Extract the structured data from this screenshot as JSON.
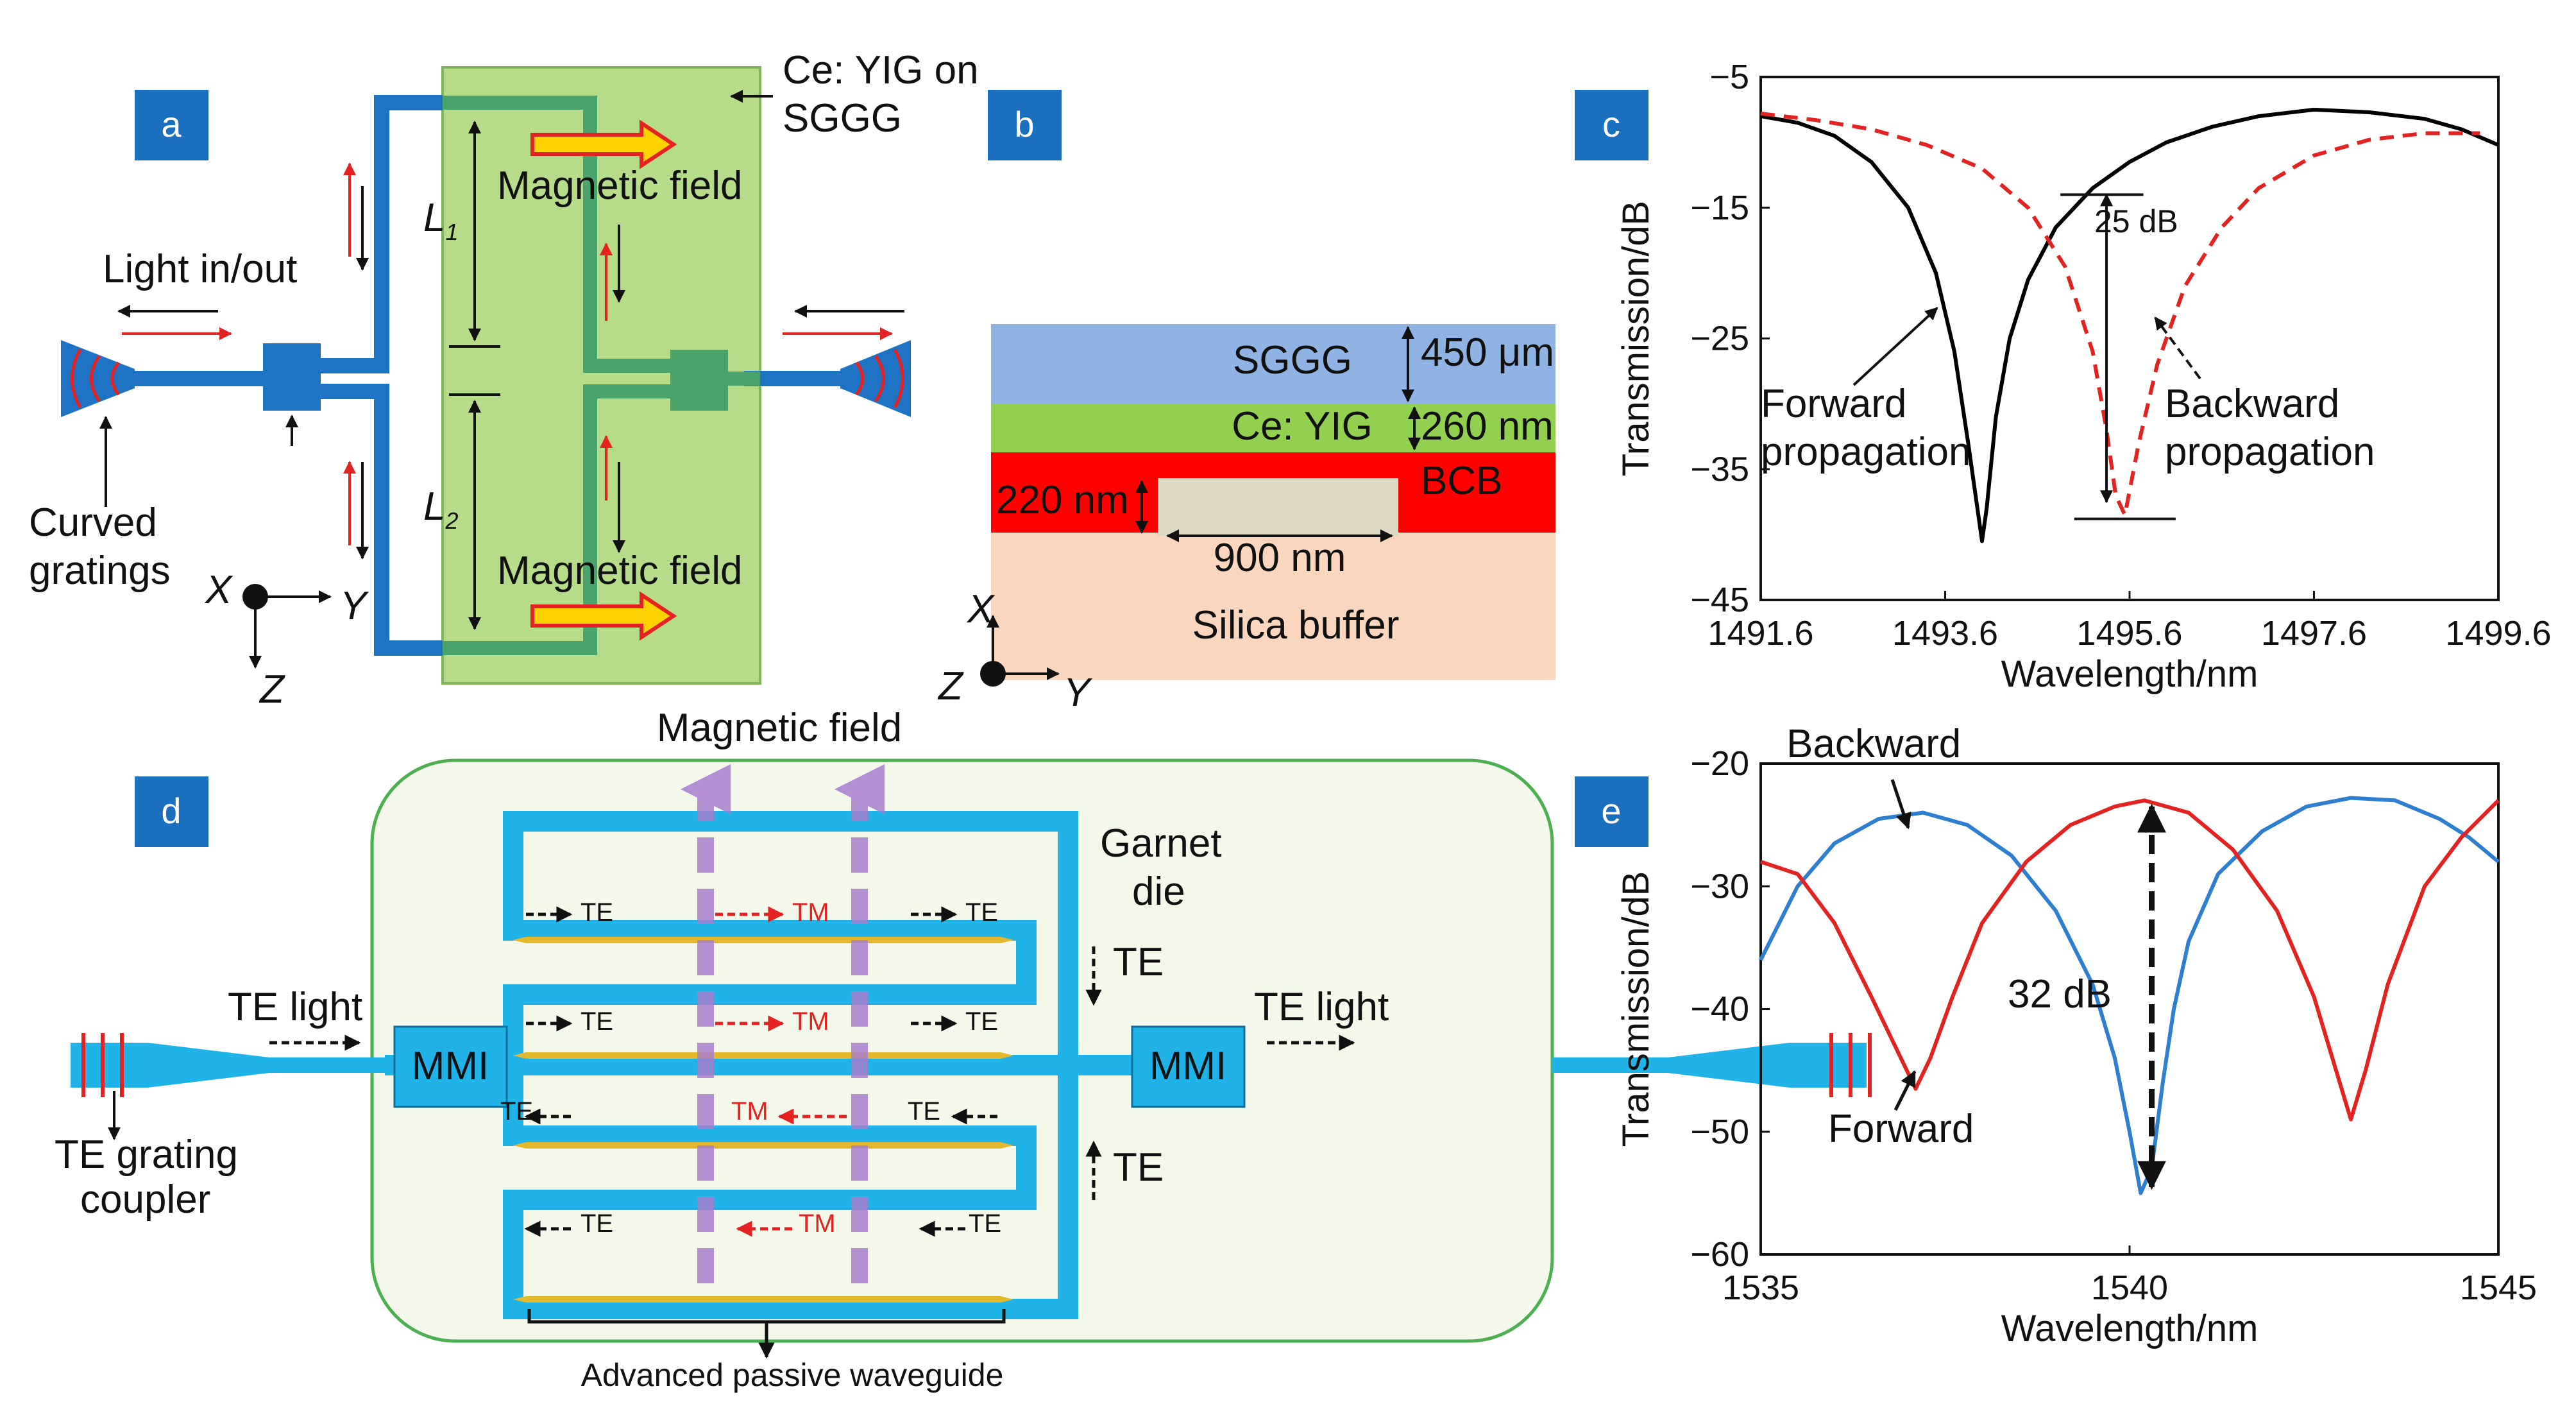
{
  "panels": {
    "a": {
      "tag": "a",
      "film_label_1": "Ce: YIG on",
      "film_label_2": "SGGG",
      "magnetic_field_top": "Magnetic field",
      "magnetic_field_bottom": "Magnetic field",
      "l1": "L",
      "l1_sub": "1",
      "l2": "L",
      "l2_sub": "2",
      "light_in_out": "Light in/out",
      "curved_1": "Curved",
      "curved_2": "gratings",
      "axis_x": "X",
      "axis_y": "Y",
      "axis_z": "Z"
    },
    "b": {
      "tag": "b",
      "sggg": "SGGG",
      "sggg_thickness": "450 μm",
      "ceyig": "Ce: YIG",
      "ceyig_thickness": "260 nm",
      "bcb": "BCB",
      "height_220": "220 nm",
      "width_900": "900 nm",
      "silica": "Silica buffer",
      "axis_x": "X",
      "axis_y": "Y",
      "axis_z": "Z"
    },
    "c": {
      "tag": "c",
      "annotation_25db": "25 dB",
      "forward_1": "Forward",
      "forward_2": "propagation",
      "backward_1": "Backward",
      "backward_2": "propagation"
    },
    "d": {
      "tag": "d",
      "magnetic_field": "Magnetic field",
      "garnet_1": "Garnet",
      "garnet_2": "die",
      "te_light_left": "TE light",
      "te_light_right": "TE light",
      "mmi_left": "MMI",
      "mmi_right": "MMI",
      "te_grating_1": "TE grating",
      "te_grating_2": "coupler",
      "advanced": "Advanced passive waveguide",
      "te": "TE",
      "tm": "TM"
    },
    "e": {
      "tag": "e",
      "backward": "Backward",
      "forward": "Forward",
      "annotation_32db": "32 dB"
    }
  },
  "colors": {
    "panel_tag": "#1a6fbe",
    "yig_film": "#b6dc8a",
    "waveguide_blue": "#1f73c4",
    "waveguide_green": "#4aa36b",
    "sggg": "#8fb4e3",
    "ceyig": "#92d050",
    "bcb": "#ff0000",
    "silica": "#f9d6bd",
    "core": "#ddd9c3",
    "die_fill": "#f3f8ea",
    "die_border": "#4caf50",
    "wg_cyan": "#1fb3e8",
    "magnet_purple": "#a77fce",
    "forward_black": "#000000",
    "backward_red": "#e32222",
    "e_blue": "#2f7fd0",
    "e_red": "#e32222"
  },
  "chart_data": [
    {
      "id": "c",
      "type": "line",
      "xlabel": "Wavelength/nm",
      "ylabel": "Transmission/dB",
      "xlim": [
        1491.6,
        1499.6
      ],
      "ylim": [
        -45,
        -5
      ],
      "xticks": [
        1491.6,
        1493.6,
        1495.6,
        1497.6,
        1499.6
      ],
      "yticks": [
        -5,
        -15,
        -25,
        -35,
        -45
      ],
      "series": [
        {
          "name": "Forward",
          "style": "solid",
          "color": "#000000",
          "x": [
            1491.6,
            1492.0,
            1492.4,
            1492.8,
            1493.2,
            1493.5,
            1493.7,
            1493.85,
            1493.95,
            1494.0,
            1494.05,
            1494.15,
            1494.3,
            1494.5,
            1494.8,
            1495.2,
            1495.6,
            1496.0,
            1496.5,
            1497.0,
            1497.6,
            1498.2,
            1498.8,
            1499.2,
            1499.6
          ],
          "y": [
            -8.0,
            -8.5,
            -9.5,
            -11.5,
            -15.0,
            -20.0,
            -26.0,
            -33.0,
            -38.0,
            -40.5,
            -38.0,
            -31.0,
            -25.0,
            -20.5,
            -16.5,
            -13.5,
            -11.5,
            -10.0,
            -8.8,
            -8.0,
            -7.5,
            -7.7,
            -8.2,
            -9.0,
            -10.2
          ]
        },
        {
          "name": "Backward",
          "style": "dashed",
          "color": "#e32222",
          "x": [
            1491.6,
            1492.2,
            1492.8,
            1493.4,
            1494.0,
            1494.5,
            1494.9,
            1495.2,
            1495.35,
            1495.45,
            1495.55,
            1495.7,
            1495.9,
            1496.2,
            1496.6,
            1497.0,
            1497.6,
            1498.2,
            1498.8,
            1499.4
          ],
          "y": [
            -7.8,
            -8.3,
            -9.0,
            -10.2,
            -12.0,
            -15.0,
            -19.5,
            -26.0,
            -32.0,
            -37.0,
            -38.5,
            -33.0,
            -27.0,
            -21.0,
            -16.5,
            -13.5,
            -11.0,
            -9.8,
            -9.3,
            -9.3
          ]
        }
      ]
    },
    {
      "id": "e",
      "type": "line",
      "xlabel": "Wavelength/nm",
      "ylabel": "Transmission/dB",
      "xlim": [
        1535,
        1545
      ],
      "ylim": [
        -60,
        -20
      ],
      "xticks": [
        1535,
        1540,
        1545
      ],
      "yticks": [
        -20,
        -30,
        -40,
        -50,
        -60
      ],
      "series": [
        {
          "name": "Backward",
          "color": "#2f7fd0",
          "x": [
            1535,
            1535.5,
            1536,
            1536.6,
            1537.2,
            1537.8,
            1538.4,
            1539.0,
            1539.5,
            1539.8,
            1540.0,
            1540.15,
            1540.3,
            1540.45,
            1540.6,
            1540.8,
            1541.2,
            1541.8,
            1542.4,
            1543.0,
            1543.6,
            1544.2,
            1544.6,
            1545
          ],
          "y": [
            -36,
            -30,
            -26.5,
            -24.5,
            -24,
            -25,
            -27.5,
            -32,
            -38,
            -44,
            -50,
            -55,
            -53,
            -46,
            -40,
            -34.5,
            -29,
            -25.5,
            -23.5,
            -22.8,
            -23,
            -24.5,
            -26,
            -28
          ]
        },
        {
          "name": "Forward",
          "color": "#e32222",
          "x": [
            1535,
            1535.5,
            1536,
            1536.5,
            1536.9,
            1537.1,
            1537.3,
            1537.6,
            1538.0,
            1538.6,
            1539.2,
            1539.8,
            1540.2,
            1540.8,
            1541.4,
            1542.0,
            1542.5,
            1542.85,
            1543.0,
            1543.2,
            1543.5,
            1544.0,
            1544.5,
            1545
          ],
          "y": [
            -28,
            -29,
            -33,
            -39,
            -44,
            -46.5,
            -44,
            -39,
            -33,
            -28,
            -25,
            -23.5,
            -23,
            -24,
            -27,
            -32,
            -39,
            -46,
            -49,
            -45,
            -38,
            -30,
            -26,
            -23
          ]
        }
      ]
    }
  ]
}
